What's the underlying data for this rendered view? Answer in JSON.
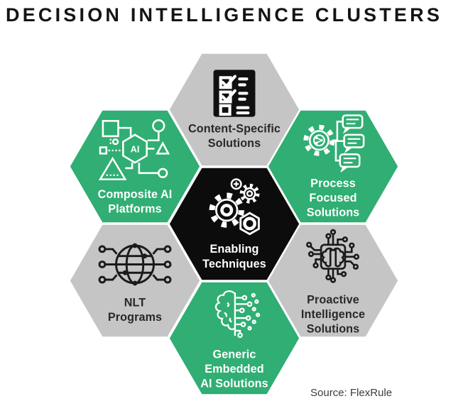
{
  "title": "DECISION INTELLIGENCE CLUSTERS",
  "source": "Source: FlexRule",
  "colors": {
    "green": "#30ae73",
    "gray": "#c5c5c5",
    "black": "#0c0c0c",
    "title_text": "#141414",
    "dark_label": "#282828",
    "light_label": "#ffffff",
    "source_text": "#3c3c3c",
    "background": "#ffffff"
  },
  "hexagons": [
    {
      "id": "content-specific-solutions",
      "label": "Content-Specific\nSolutions",
      "variant": "gray",
      "icon": "checklist-icon"
    },
    {
      "id": "composite-ai-platforms",
      "label": "Composite AI\nPlatforms",
      "variant": "green",
      "icon": "composite-ai-icon",
      "icon_text": "AI"
    },
    {
      "id": "process-focused-solutions",
      "label": "Process\nFocused\nSolutions",
      "variant": "green",
      "icon": "gear-chat-icon"
    },
    {
      "id": "enabling-techniques",
      "label": "Enabling\nTechniques",
      "variant": "black",
      "icon": "gears-icon"
    },
    {
      "id": "nlt-programs",
      "label": "NLT\nPrograms",
      "variant": "gray",
      "icon": "globe-network-icon"
    },
    {
      "id": "proactive-intelligence-solutions",
      "label": "Proactive\nIntelligence\nSolutions",
      "variant": "gray",
      "icon": "chip-brain-icon"
    },
    {
      "id": "generic-embedded-ai-solutions",
      "label": "Generic\nEmbedded\nAI Solutions",
      "variant": "green",
      "icon": "brain-circuit-icon"
    }
  ]
}
